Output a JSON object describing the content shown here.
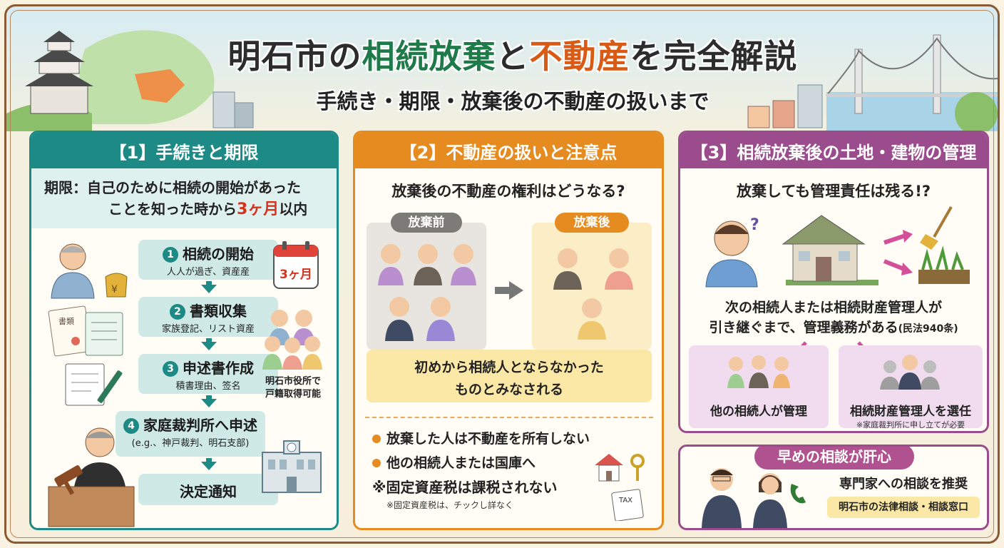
{
  "header": {
    "title_part1": "明石市の",
    "title_part2": "相続放棄",
    "title_part3": "と",
    "title_part4": "不動産",
    "title_part5": "を完全解説",
    "subtitle": "手続き・期限・放棄後の不動産の扱いまで"
  },
  "panel1": {
    "heading": "【1】手続きと期限",
    "deadline_line1": "期限：自己のために相続の開始があった",
    "deadline_line2_a": "ことを知った時から",
    "deadline_line2_b": "3ヶ月",
    "deadline_line2_c": "以内",
    "calendar": "3ヶ月",
    "city_note": "明石市役所で\n戸籍取得可能",
    "doc_label": "書類",
    "steps": [
      {
        "num": "1",
        "title": "相続の開始",
        "sub": "人人が過ぎ、資産産"
      },
      {
        "num": "2",
        "title": "書類収集",
        "sub": "家族登記、リスト資産"
      },
      {
        "num": "3",
        "title": "申述書作成",
        "sub": "積書理由、签名"
      },
      {
        "num": "4",
        "title": "家庭裁判所へ申述",
        "sub": "(e.g.、神戸裁判、明石支部)"
      },
      {
        "num": "",
        "title": "決定通知",
        "sub": ""
      }
    ]
  },
  "panel2": {
    "heading": "【2】不動産の扱いと注意点",
    "question": "放棄後の不動産の権利はどうなる?",
    "before": "放棄前",
    "after": "放棄後",
    "result_line1": "初めから相続人とならなかった",
    "result_line2": "ものとみなされる",
    "bullet1": "放棄した人は不動産を所有しない",
    "bullet2": "他の相続人または国庫へ",
    "bullet3": "※固定資産税は課税されない",
    "footnote": "※固定資産税は、チックし詳なく",
    "tax_label": "TAX"
  },
  "panel3": {
    "heading": "【3】相続放棄後の土地・建物の管理",
    "question": "放棄しても管理責任は残る!?",
    "duty_line1": "次の相続人または相続財産管理人が",
    "duty_line2": "引き継ぐまで、管理義務がある",
    "duty_law": "(民法940条)",
    "option1": "他の相続人が管理",
    "option2": "相続財産管理人を選任",
    "option2_note": "※家庭裁判所に申し立てが必要"
  },
  "panel4": {
    "heading": "早めの相談が肝心",
    "recommend": "専門家への相談を推奨",
    "window": "明石市の法律相談・相談窓口"
  },
  "colors": {
    "teal": "#1e8a86",
    "orange": "#e58b1f",
    "purple": "#9a4c8c",
    "red": "#d8321e"
  }
}
